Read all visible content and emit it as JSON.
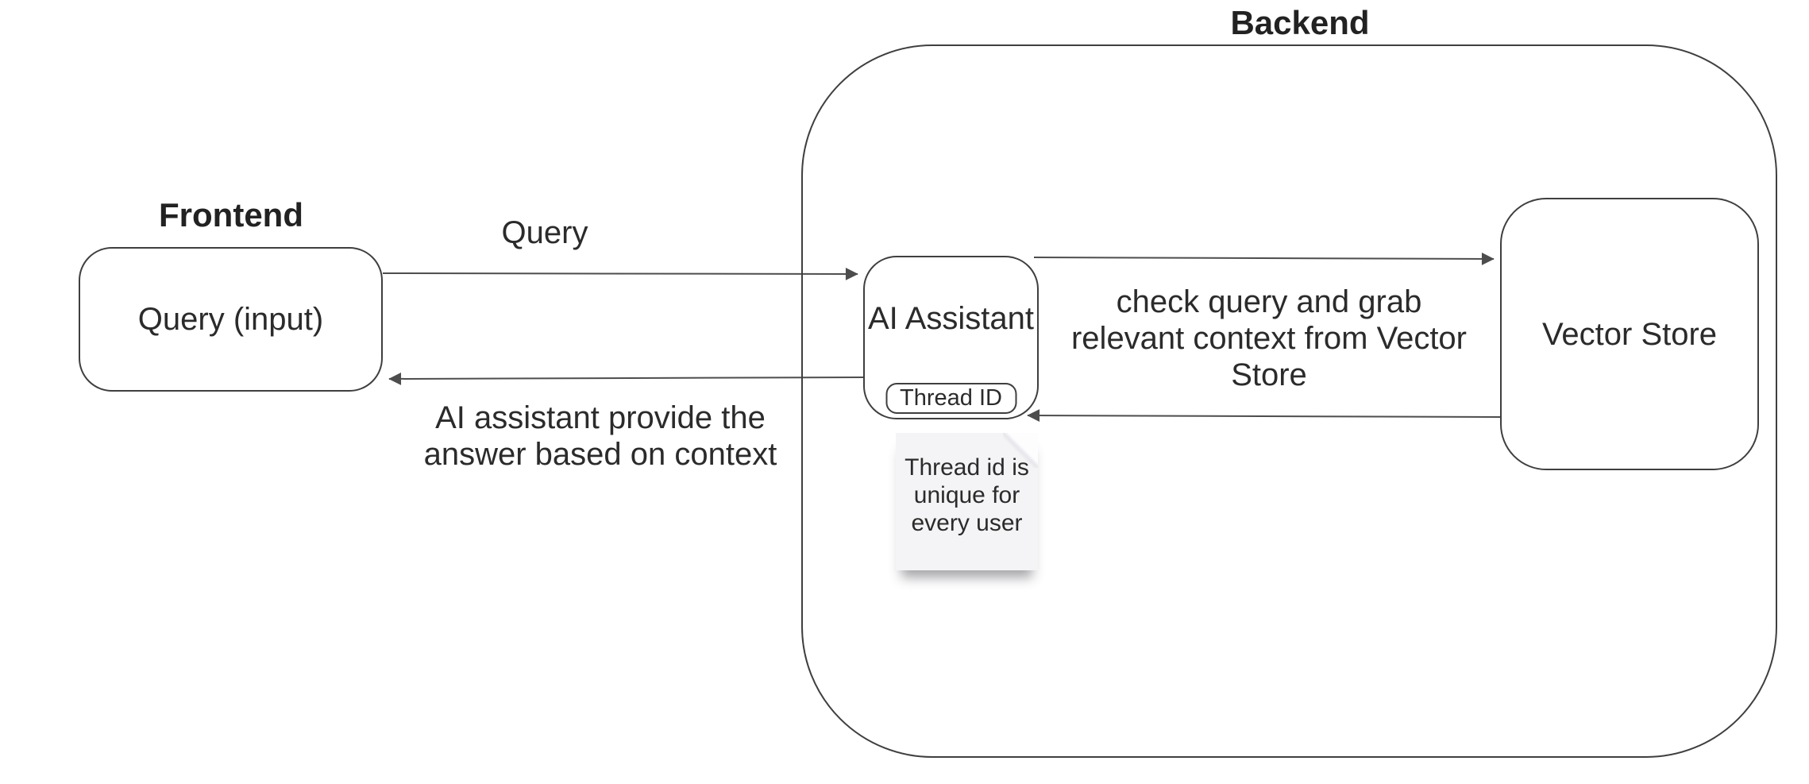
{
  "diagram": {
    "background": "#ffffff",
    "box_stroke_color": "#3f3f3f",
    "arrow_color": "#4d4d4d",
    "text_color": "#2b2b2b",
    "note_background": "#f4f4f6"
  },
  "groups": {
    "frontend": {
      "title": "Frontend"
    },
    "backend": {
      "title": "Backend"
    }
  },
  "nodes": {
    "query_input": {
      "label": "Query (input)"
    },
    "ai_assistant": {
      "label": "AI Assistant",
      "badge": "Thread ID"
    },
    "vector_store": {
      "label": "Vector Store"
    }
  },
  "edges": {
    "query": {
      "label": "Query",
      "from": "query_input",
      "to": "ai_assistant"
    },
    "check_query": {
      "label": "check query and grab\nrelevant context from Vector\nStore",
      "from": "ai_assistant",
      "to": "vector_store"
    },
    "answer": {
      "label": "AI assistant provide the\nanswer based on context",
      "from": "ai_assistant",
      "to": "query_input"
    },
    "vector_return": {
      "label": "",
      "from": "vector_store",
      "to": "ai_assistant"
    }
  },
  "note": {
    "text": "Thread id is\nunique for\nevery user"
  }
}
